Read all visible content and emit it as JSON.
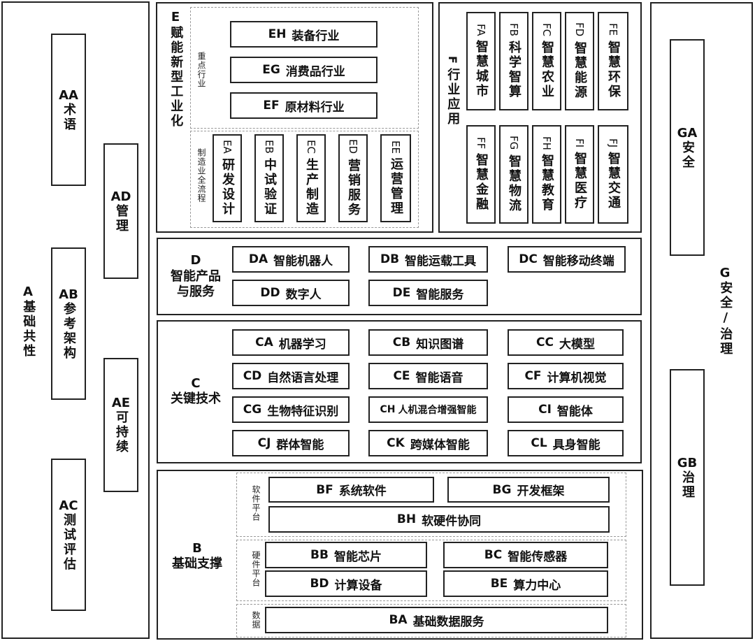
{
  "A": {
    "code": "A",
    "label": "基础共性"
  },
  "AA": {
    "code": "AA",
    "label": "术语"
  },
  "AB": {
    "code": "AB",
    "label": "参考架构"
  },
  "AC": {
    "code": "AC",
    "label": "测试评估"
  },
  "AD": {
    "code": "AD",
    "label": "管理"
  },
  "AE": {
    "code": "AE",
    "label": "可持续"
  },
  "E": {
    "code": "E",
    "label": "赋能新型工业化",
    "group_key": "重点行业",
    "group_process": "制造业全流程"
  },
  "EH": {
    "code": "EH",
    "label": "装备行业"
  },
  "EG": {
    "code": "EG",
    "label": "消费品行业"
  },
  "EF": {
    "code": "EF",
    "label": "原材料行业"
  },
  "EA": {
    "code": "EA",
    "label": "研发设计"
  },
  "EB": {
    "code": "EB",
    "label": "中试验证"
  },
  "EC": {
    "code": "EC",
    "label": "生产制造"
  },
  "ED": {
    "code": "ED",
    "label": "营销服务"
  },
  "EE": {
    "code": "EE",
    "label": "运营管理"
  },
  "F": {
    "code": "F",
    "label": "行业应用"
  },
  "FA": {
    "code": "FA",
    "label": "智慧城市"
  },
  "FB": {
    "code": "FB",
    "label": "科学智算"
  },
  "FC": {
    "code": "FC",
    "label": "智慧农业"
  },
  "FD": {
    "code": "FD",
    "label": "智慧能源"
  },
  "FE": {
    "code": "FE",
    "label": "智慧环保"
  },
  "FF": {
    "code": "FF",
    "label": "智慧金融"
  },
  "FG": {
    "code": "FG",
    "label": "智慧物流"
  },
  "FH": {
    "code": "FH",
    "label": "智慧教育"
  },
  "FI": {
    "code": "FI",
    "label": "智慧医疗"
  },
  "FJ": {
    "code": "FJ",
    "label": "智慧交通"
  },
  "D": {
    "code": "D",
    "label1": "智能产品",
    "label2": "与服务"
  },
  "DA": {
    "code": "DA",
    "label": "智能机器人"
  },
  "DB": {
    "code": "DB",
    "label": "智能运载工具"
  },
  "DC": {
    "code": "DC",
    "label": "智能移动终端"
  },
  "DD": {
    "code": "DD",
    "label": "数字人"
  },
  "DE": {
    "code": "DE",
    "label": "智能服务"
  },
  "C": {
    "code": "C",
    "label": "关键技术"
  },
  "CA": {
    "code": "CA",
    "label": "机器学习"
  },
  "CB": {
    "code": "CB",
    "label": "知识图谱"
  },
  "CC": {
    "code": "CC",
    "label": "大模型"
  },
  "CD": {
    "code": "CD",
    "label": "自然语言处理"
  },
  "CE": {
    "code": "CE",
    "label": "智能语音"
  },
  "CF": {
    "code": "CF",
    "label": "计算机视觉"
  },
  "CG": {
    "code": "CG",
    "label": "生物特征识别"
  },
  "CH": {
    "code": "CH",
    "label": "人机混合增强智能"
  },
  "CI": {
    "code": "CI",
    "label": "智能体"
  },
  "CJ": {
    "code": "CJ",
    "label": "群体智能"
  },
  "CK": {
    "code": "CK",
    "label": "跨媒体智能"
  },
  "CL": {
    "code": "CL",
    "label": "具身智能"
  },
  "B": {
    "code": "B",
    "label": "基础支撑",
    "group_software": "软件平台",
    "group_hardware": "硬件平台",
    "group_data": "数据"
  },
  "BF": {
    "code": "BF",
    "label": "系统软件"
  },
  "BG": {
    "code": "BG",
    "label": "开发框架"
  },
  "BH": {
    "code": "BH",
    "label": "软硬件协同"
  },
  "BB": {
    "code": "BB",
    "label": "智能芯片"
  },
  "BC": {
    "code": "BC",
    "label": "智能传感器"
  },
  "BD": {
    "code": "BD",
    "label": "计算设备"
  },
  "BE": {
    "code": "BE",
    "label": "算力中心"
  },
  "BA": {
    "code": "BA",
    "label": "基础数据服务"
  },
  "G": {
    "code": "G",
    "label": "安全/治理"
  },
  "GA": {
    "code": "GA",
    "label": "安全"
  },
  "GB": {
    "code": "GB",
    "label": "治理"
  }
}
